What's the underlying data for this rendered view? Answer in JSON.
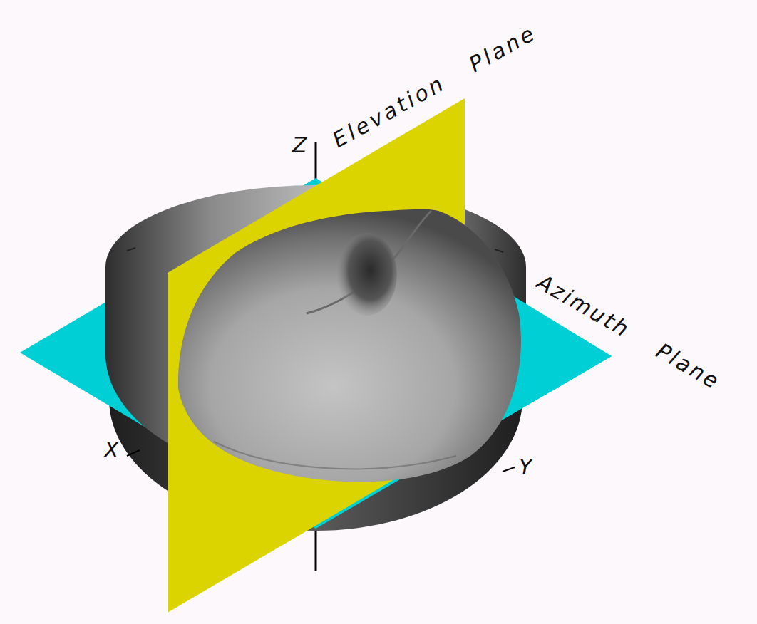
{
  "diagram": {
    "labels": [
      "Z",
      "Elevation Plane",
      "Azimuth Plane",
      "X",
      "Y"
    ]
  }
}
